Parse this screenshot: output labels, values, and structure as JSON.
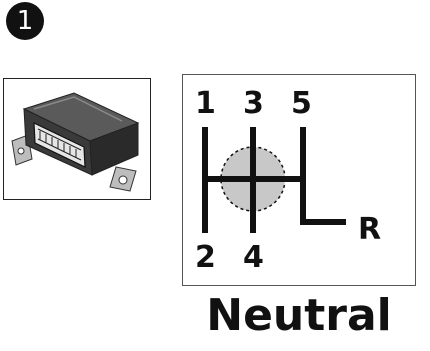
{
  "step": {
    "number": "1"
  },
  "shift_pattern": {
    "gears": [
      "1",
      "3",
      "5",
      "2",
      "4",
      "R"
    ],
    "selected_position": "Neutral",
    "highlight_color": "#c8c8c8"
  },
  "module": {
    "icon": "control-module-icon"
  }
}
